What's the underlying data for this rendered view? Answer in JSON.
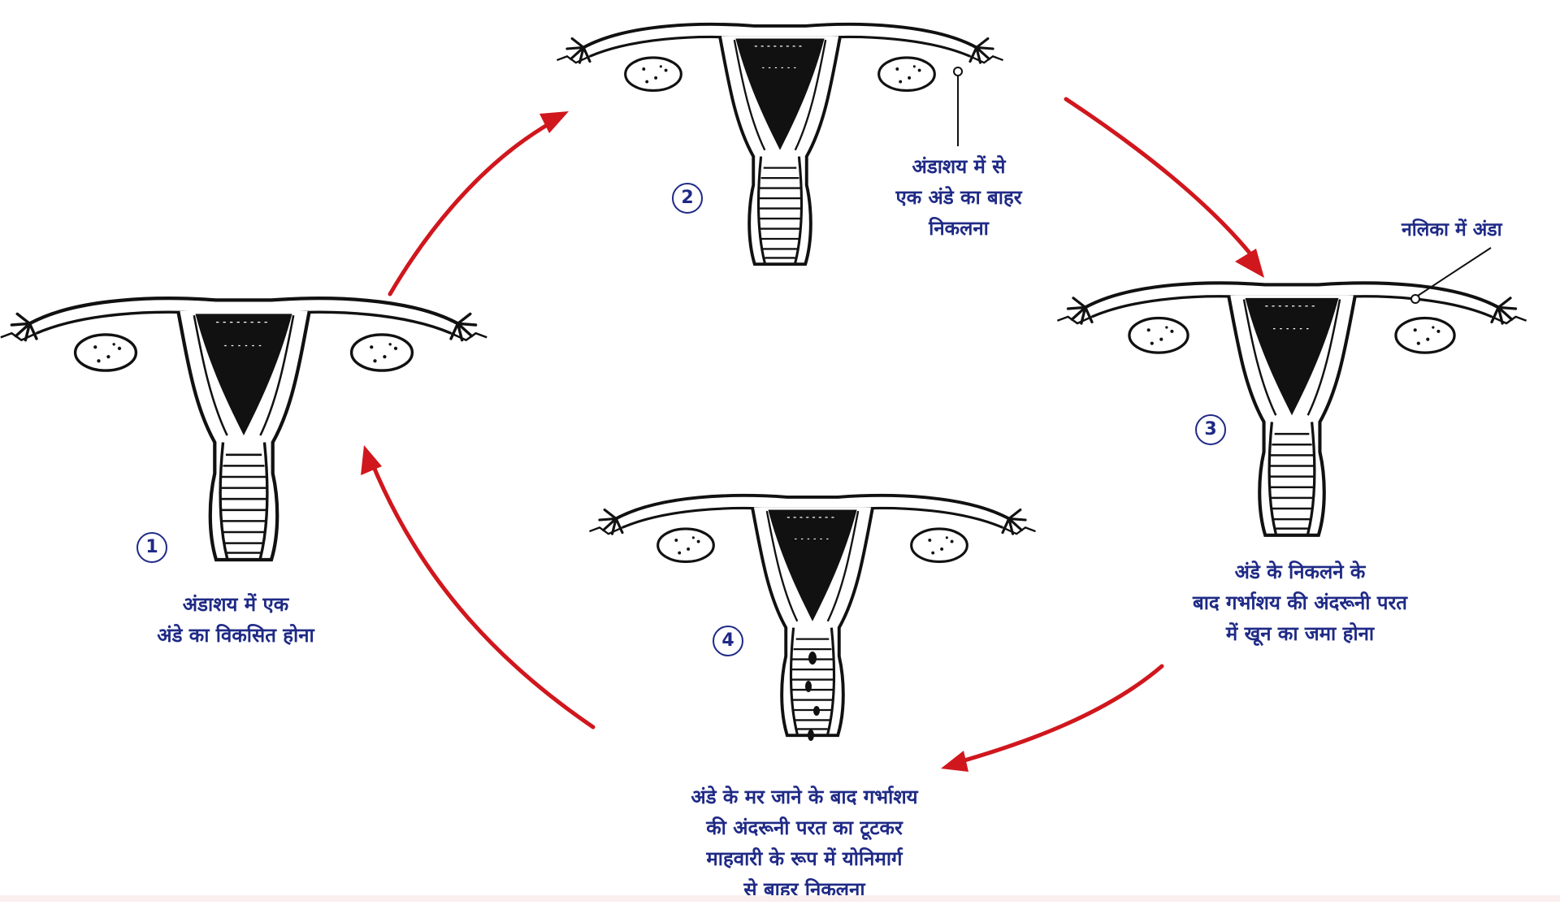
{
  "colors": {
    "arrow": "#d0171d",
    "text": "#1f2a86",
    "ink": "#111111"
  },
  "stages": [
    {
      "number": "1",
      "caption": [
        "अंडाशय में एक",
        "अंडे का विकसित होना"
      ]
    },
    {
      "number": "2",
      "caption": [
        "अंडाशय में से",
        "एक अंडे का बाहर",
        "निकलना"
      ]
    },
    {
      "number": "3",
      "caption": [
        "अंडे के निकलने के",
        "बाद गर्भाशय की अंदरूनी परत",
        "में खून का जमा होना"
      ],
      "callout": "नलिका में अंडा"
    },
    {
      "number": "4",
      "caption": [
        "अंडे के मर जाने के बाद गर्भाशय",
        "की अंदरूनी परत का टूटकर",
        "माहवारी के रूप में योनिमार्ग",
        "से बाहर निकलना"
      ]
    }
  ]
}
